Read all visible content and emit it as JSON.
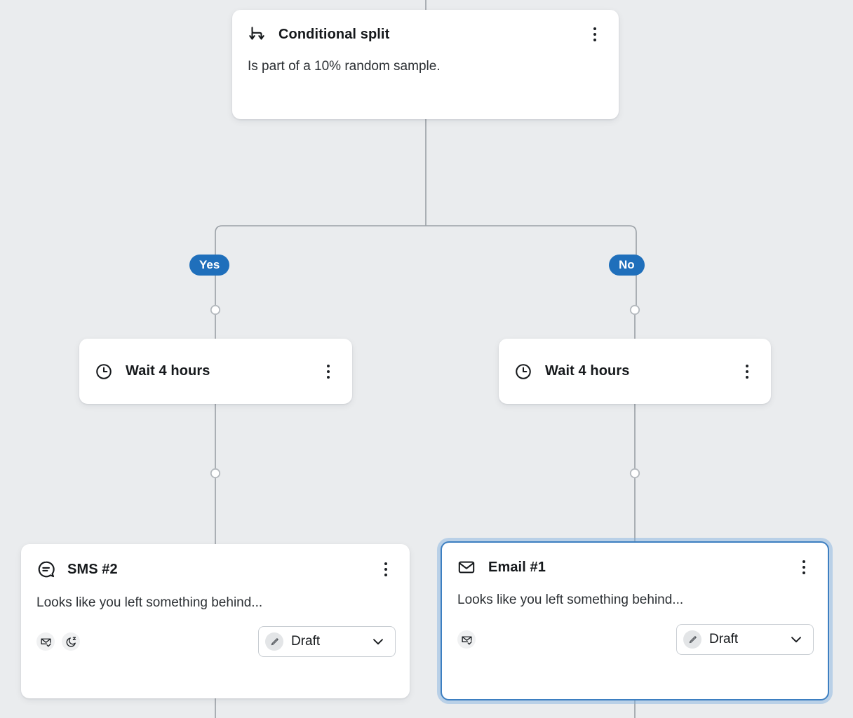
{
  "canvas": {
    "background_color": "#eaecee",
    "connector_color": "#9aa0a6",
    "accent_color": "#1f6fbb",
    "selection_color": "#3d7fc1"
  },
  "nodes": {
    "conditional_split": {
      "icon": "split-arrows-icon",
      "title": "Conditional split",
      "condition_text": "Is part of a 10% random sample.",
      "menu_label": "More options"
    },
    "wait_yes": {
      "icon": "clock-icon",
      "title": "Wait 4 hours",
      "menu_label": "More options"
    },
    "wait_no": {
      "icon": "clock-icon",
      "title": "Wait 4 hours",
      "menu_label": "More options"
    },
    "sms_2": {
      "icon": "chat-bubble-icon",
      "title": "SMS #2",
      "preview_text": "Looks like you left something behind...",
      "menu_label": "More options",
      "badges": [
        {
          "name": "smart-sending-icon",
          "label": "Smart sending"
        },
        {
          "name": "quiet-hours-icon",
          "label": "Quiet hours"
        }
      ],
      "status": {
        "icon": "pencil-icon",
        "label": "Draft",
        "chevron": "chevron-down-icon"
      },
      "selected": false
    },
    "email_1": {
      "icon": "envelope-icon",
      "title": "Email #1",
      "preview_text": "Looks like you left something behind...",
      "menu_label": "More options",
      "badges": [
        {
          "name": "smart-sending-icon",
          "label": "Smart sending"
        }
      ],
      "status": {
        "icon": "pencil-icon",
        "label": "Draft",
        "chevron": "chevron-down-icon"
      },
      "selected": true
    }
  },
  "branches": {
    "yes": {
      "label": "Yes"
    },
    "no": {
      "label": "No"
    }
  }
}
